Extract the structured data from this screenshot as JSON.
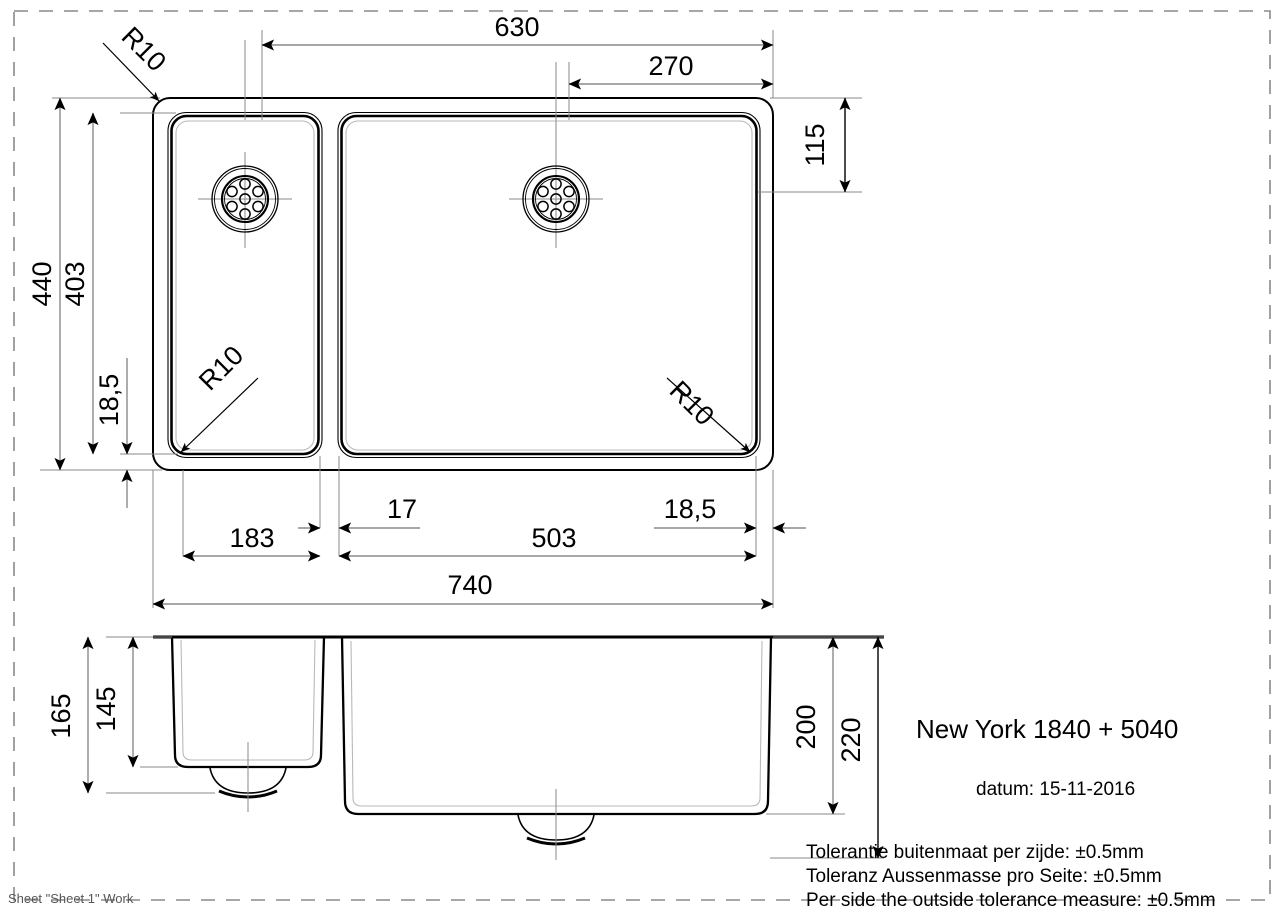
{
  "drawing": {
    "type": "engineering-drawing",
    "subject": "kitchen-sink-double-bowl",
    "units": "mm",
    "border": {
      "style": "dashed",
      "color": "#8a8a8a"
    },
    "line_color": "#000000",
    "dimension_color": "#808080",
    "background": "#ffffff"
  },
  "title_block": {
    "product_title": "New York 1840 + 5040",
    "date_label": "datum: 15-11-2016",
    "tolerances": [
      "Tolerantie buitenmaat per zijde: ±0.5mm",
      "Toleranz Aussenmasse pro Seite: ±0.5mm",
      "Per side the outside tolerance measure: ±0.5mm"
    ]
  },
  "footer": {
    "sheet_label": "Sheet \"Sheet 1\" Work"
  },
  "plan_view": {
    "name": "top-plan-view",
    "dimensions": {
      "top_overall": "630",
      "top_right_bowl": "270",
      "right_vertical": "115",
      "left_outer_vertical": "440",
      "left_inner_vertical": "403",
      "left_offset_vertical": "18,5",
      "bottom_left_bowl": "183",
      "bottom_divider": "17",
      "bottom_right_bowl": "503",
      "bottom_right_margin": "18,5",
      "bottom_overall": "740"
    },
    "radii": [
      {
        "id": "outer-corner",
        "label": "R10"
      },
      {
        "id": "left-bowl-corner",
        "label": "R10"
      },
      {
        "id": "right-bowl-corner",
        "label": "R10"
      }
    ],
    "drains": [
      {
        "id": "left-bowl-drain",
        "holes": 7
      },
      {
        "id": "right-bowl-drain",
        "holes": 7
      }
    ]
  },
  "section_view": {
    "name": "front-section-view",
    "dimensions": {
      "small_bowl_outer_depth": "165",
      "small_bowl_inner_depth": "145",
      "large_bowl_inner_depth": "200",
      "large_bowl_outer_depth": "220"
    }
  }
}
